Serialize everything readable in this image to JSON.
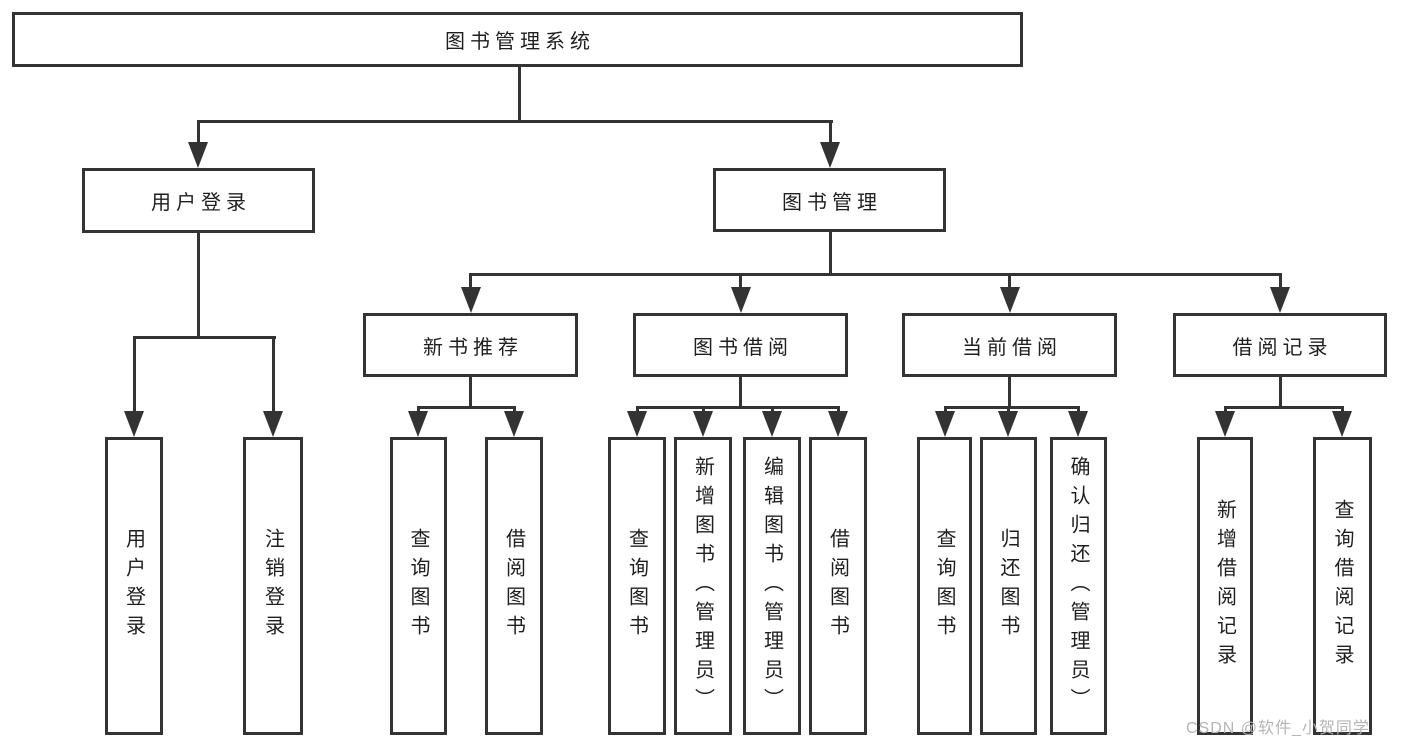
{
  "diagram": {
    "root": {
      "label": "图书管理系统"
    },
    "level2": [
      {
        "label": "用户登录"
      },
      {
        "label": "图书管理"
      }
    ],
    "level3": [
      {
        "label": "新书推荐"
      },
      {
        "label": "图书借阅"
      },
      {
        "label": "当前借阅"
      },
      {
        "label": "借阅记录"
      }
    ],
    "leaves": {
      "user_login": [
        {
          "label": "用户登录"
        },
        {
          "label": "注销登录"
        }
      ],
      "new_book": [
        {
          "label": "查询图书"
        },
        {
          "label": "借阅图书"
        }
      ],
      "book_borrow": [
        {
          "label": "查询图书"
        },
        {
          "label": "新增图书（管理员）"
        },
        {
          "label": "编辑图书（管理员）"
        },
        {
          "label": "借阅图书"
        }
      ],
      "current_borrow": [
        {
          "label": "查询图书"
        },
        {
          "label": "归还图书"
        },
        {
          "label": "确认归还（管理员）"
        }
      ],
      "borrow_record": [
        {
          "label": "新增借阅记录"
        },
        {
          "label": "查询借阅记录"
        }
      ]
    }
  },
  "watermark": {
    "text": "CSDN @软件_小贺同学"
  },
  "colors": {
    "line": "#333333",
    "text": "#1f1f1f",
    "watermark_color": "#b5b5b5",
    "background": "#ffffff"
  }
}
